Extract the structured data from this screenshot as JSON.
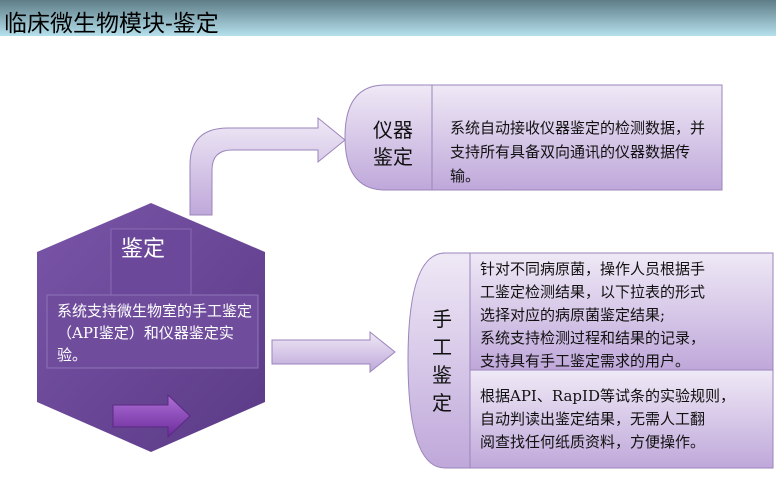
{
  "title": "临床微生物模块-鉴定",
  "center": {
    "heading": "鉴定",
    "description": "系统支持微生物室的手工鉴定（API鉴定）和仪器鉴定实验。"
  },
  "instrument": {
    "label_line1": "仪器",
    "label_line2": "鉴定",
    "description": "系统自动接收仪器鉴定的检测数据，并支持所有具备双向通讯的仪器数据传输。"
  },
  "manual": {
    "label": [
      "手",
      "工",
      "鉴",
      "定"
    ],
    "description1_lines": [
      "针对不同病原菌，操作人员根据手",
      "工鉴定检测结果，以下拉表的形式",
      "选择对应的病原菌鉴定结果;",
      "系统支持检测过程和结果的记录，",
      "支持具有手工鉴定需求的用户。"
    ],
    "description2_lines": [
      "根据API、RapID等试条的实验规则，",
      "自动判读出鉴定结果，无需人工翻",
      "阅查找任何纸质资料，方便操作。"
    ]
  }
}
